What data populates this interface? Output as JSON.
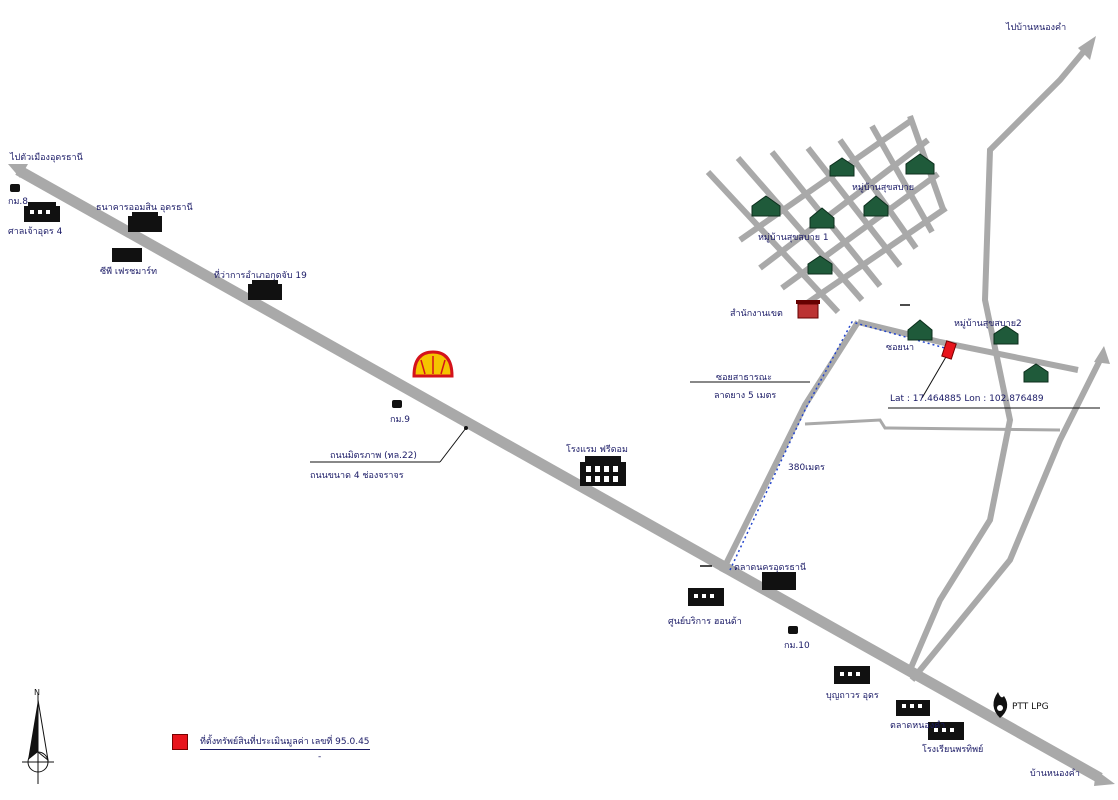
{
  "labels": {
    "to_top_right": "ไปบ้านหนองคำ",
    "to_top_left": "ไปตัวเมืองอุดรธานี",
    "km_8": "กม.8",
    "shop_left_1": "ศาลเจ้าอุดร 4",
    "bank_1": "ธนาคารออมสิน อุดรธานี",
    "bank_2": "ซีพี เฟรชมาร์ท",
    "office_left": "ที่ว่าการอำเภอกุดจับ 19",
    "km_9": "กม.9",
    "road_name": "ถนนมิตรภาพ (ทล.22)",
    "road_desc": "ถนนขนาด 4 ช่องจราจร",
    "hotel": "โรงแรม ฟรีดอม",
    "office_mid": "สำนักงานเขต",
    "village_top": "หมู่บ้านสุขสบาย",
    "village_mid": "หมู่บ้านสุขสบาย 1",
    "village_right": "หมู่บ้านสุขสบาย2",
    "soi_label": "ซอยนา",
    "road_width_1": "ซอยสาธารณะ",
    "road_width_2": "ลาดยาง 5 เมตร",
    "latlon": "Lat : 17.464885  Lon : 102.876489",
    "distance": "380เมตร",
    "market": "ตลาดนครอุดรธานี",
    "school": "ศูนย์บริการ ฮอนด้า",
    "km_10": "กม.10",
    "shop_b1": "บุญถาวร อุดร",
    "shop_b2": "ตลาดหนองคำ",
    "shop_b3": "โรงเรียนพรทิพย์",
    "ptt_label": "PTT LPG",
    "to_bottom_right": "บ้านหนองคำ",
    "north": "N"
  },
  "legend": {
    "color": "#e8141c",
    "text": "ที่ตั้งทรัพย์สินที่ประเมินมูลค่า เลขที่ 95.0.45",
    "sub": "-"
  },
  "icons": {
    "building": "building-icon",
    "house": "house-icon",
    "km_marker": "km-marker-icon",
    "shell": "shell-logo-icon",
    "ptt": "ptt-logo-icon",
    "subject": "subject-property-icon",
    "north_arrow": "north-arrow-icon"
  }
}
